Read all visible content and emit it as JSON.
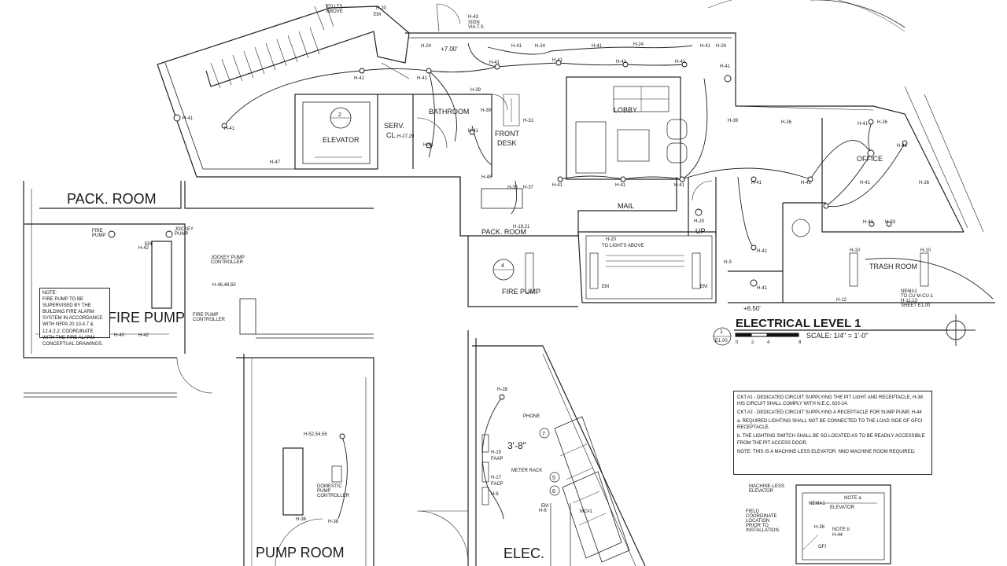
{
  "rooms": {
    "pack_room_large": "PACK. ROOM",
    "fire_pump_large": "FIRE PUMP",
    "pump_room": "PUMP ROOM",
    "elec_room": "ELEC.",
    "elevator": "ELEVATOR",
    "serv_cl_1": "SERV.",
    "serv_cl_2": "CL.",
    "bathroom": "BATHROOM",
    "front_desk_1": "FRONT",
    "front_desk_2": "DESK",
    "lobby": "LOBBY",
    "mail": "MAIL",
    "pack_room_small": "PACK. ROOM",
    "fire_pump_small": "FIRE PUMP",
    "office": "OFFICE",
    "trash_room": "TRASH ROOM",
    "up": "UP"
  },
  "title_block": {
    "detail_number": "1",
    "sheet_ref": "E1.00",
    "title": "ELECTRICAL LEVEL 1",
    "scale": "SCALE:  1/4\" = 1'-0\"",
    "scale_ticks": [
      "0",
      "2",
      "4",
      "8"
    ]
  },
  "fire_pump_note": "NOTE:\nFIRE PUMP TO BE\nSUPERVISED BY THE\nBUILDING FIRE ALARM\nSYSTEM IN ACCORDANCE\nWITH NFPA 20 10.4.7 &\n12.4.2.2. COORDINATE\nWITH THE FIRE ALARM\nCONCEPTUAL DRAWINGS.",
  "general_notes": [
    "CKT.#1 - DEDICATED CIRCUIT SUPPLYING THE PIT LIGHT AND RECEPTACLE, H-38 HIS CIRCUIT SHALL COMPLY WITH N.E.C. 620-24.",
    "CKT.#2 - DEDICATED CIRCUIT SUPPLYING A RECEPTACLE FOR SUMP PUMP, H-44",
    "a. REQUIRED LIGHTING SHALL NOT BE CONNECTED TO THE LOAD SIDE OF GFCI RECEPTACLE.",
    "b. THE LIGHTING SWITCH SHALL BE SO LOCATED AS TO BE READILY ACCESSIBLE FROM THE PIT ACCESS DOOR.",
    "NOTE: THIS IS A MACHINE-LESS ELEVATOR. NNO MACHINE ROOM REQUIRED."
  ],
  "elevator_detail": {
    "machine_less": "MACHINE-LESS\nELEVATOR",
    "field_coord": "FIELD\nCOORDINATE\nLOCATION\nPRIOR TO\nINSTALLATION.",
    "note_a": "NOTE a",
    "note_b": "NOTE b",
    "h38": "H-38",
    "h44": "H-44",
    "elevator": "ELEVATOR",
    "gfi": "GFI",
    "nema": "NEMA1"
  },
  "equipment": {
    "fire_pump": "FIRE\nPUMP",
    "jockey_pump": "JOCKEY\nPUMP",
    "jockey_controller": "JOCKEY PUMP\nCONTROLLER",
    "fire_pump_controller": "FIRE PUMP\nCONTROLLER",
    "domestic_controller": "DOMESTIC\nPUMP\nCONTROLLER",
    "phone": "PHONE",
    "meter_rack": "METER RACK",
    "dimension": "3'-8\"",
    "faap": "FAAP",
    "facp": "FACP",
    "mc1": "MC#1",
    "em": "EM",
    "sign": "SIGN\nVIA T.S.",
    "ed_lts": "ED LTS\nABOVE",
    "to_lights": "TO LIGHTS ABOVE",
    "to_cu": "NEMA1\nTO CU M-CU-1\nH-11,13\nSHEET E1.00",
    "elev_plus": "+7.00'",
    "elev_plus2": "+6.50'",
    "ref_4": "4",
    "ref_2": "2",
    "ref_7": "7",
    "ref_5": "5",
    "ref_6": "6"
  },
  "circuits": [
    "H-41",
    "H-42",
    "H-47",
    "H-20",
    "H-43",
    "H-24",
    "H-39",
    "H-45",
    "H-31",
    "H-35",
    "H-37",
    "H-19,21",
    "H-27,29",
    "H-28",
    "H-15",
    "H-17",
    "H-6",
    "H-36",
    "H-26",
    "H-10",
    "H-12",
    "H-33",
    "H-46,48,50",
    "H-52,54,56",
    "H-40",
    "H-3",
    "H-38",
    "H-44"
  ]
}
